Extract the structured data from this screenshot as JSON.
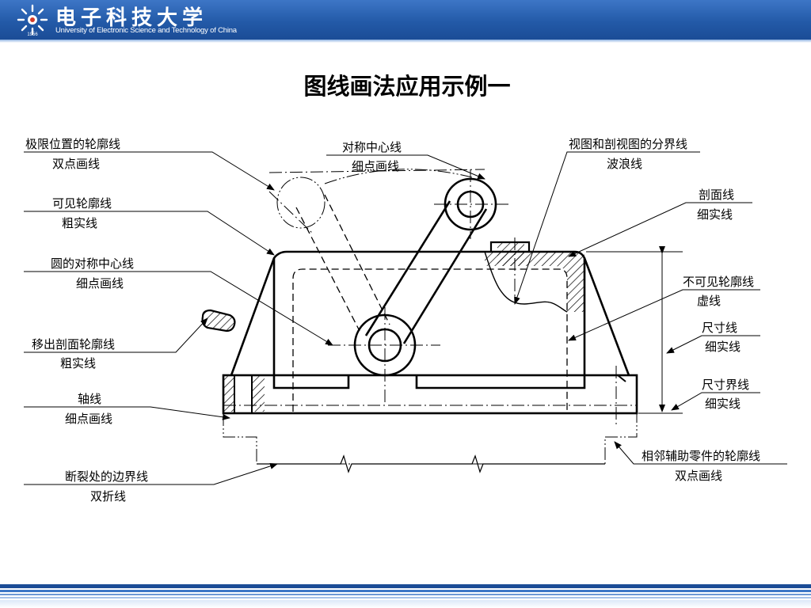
{
  "header": {
    "logo_cn": "电子科技大学",
    "logo_en": "University of Electronic Science and Technology of China",
    "emblem_year": "1956"
  },
  "title": "图线画法应用示例一",
  "labels": {
    "limit_position": {
      "line1": "极限位置的轮廓线",
      "line2": "双点画线"
    },
    "visible_outline": {
      "line1": "可见轮廓线",
      "line2": "粗实线"
    },
    "circle_centerline": {
      "line1": "圆的对称中心线",
      "line2": "细点画线"
    },
    "removed_section": {
      "line1": "移出剖面轮廓线",
      "line2": "粗实线"
    },
    "axis": {
      "line1": "轴线",
      "line2": "细点画线"
    },
    "break_boundary": {
      "line1": "断裂处的边界线",
      "line2": "双折线"
    },
    "sym_centerline": {
      "line1": "对称中心线",
      "line2": "细点画线"
    },
    "view_section_boundary": {
      "line1": "视图和剖视图的分界线",
      "line2": "波浪线"
    },
    "section_line": {
      "line1": "剖面线",
      "line2": "细实线"
    },
    "hidden_outline": {
      "line1": "不可见轮廓线",
      "line2": "虚线"
    },
    "dim_line": {
      "line1": "尺寸线",
      "line2": "细实线"
    },
    "ext_line": {
      "line1": "尺寸界线",
      "line2": "细实线"
    },
    "adjacent_part": {
      "line1": "相邻辅助零件的轮廓线",
      "line2": "双点画线"
    }
  }
}
